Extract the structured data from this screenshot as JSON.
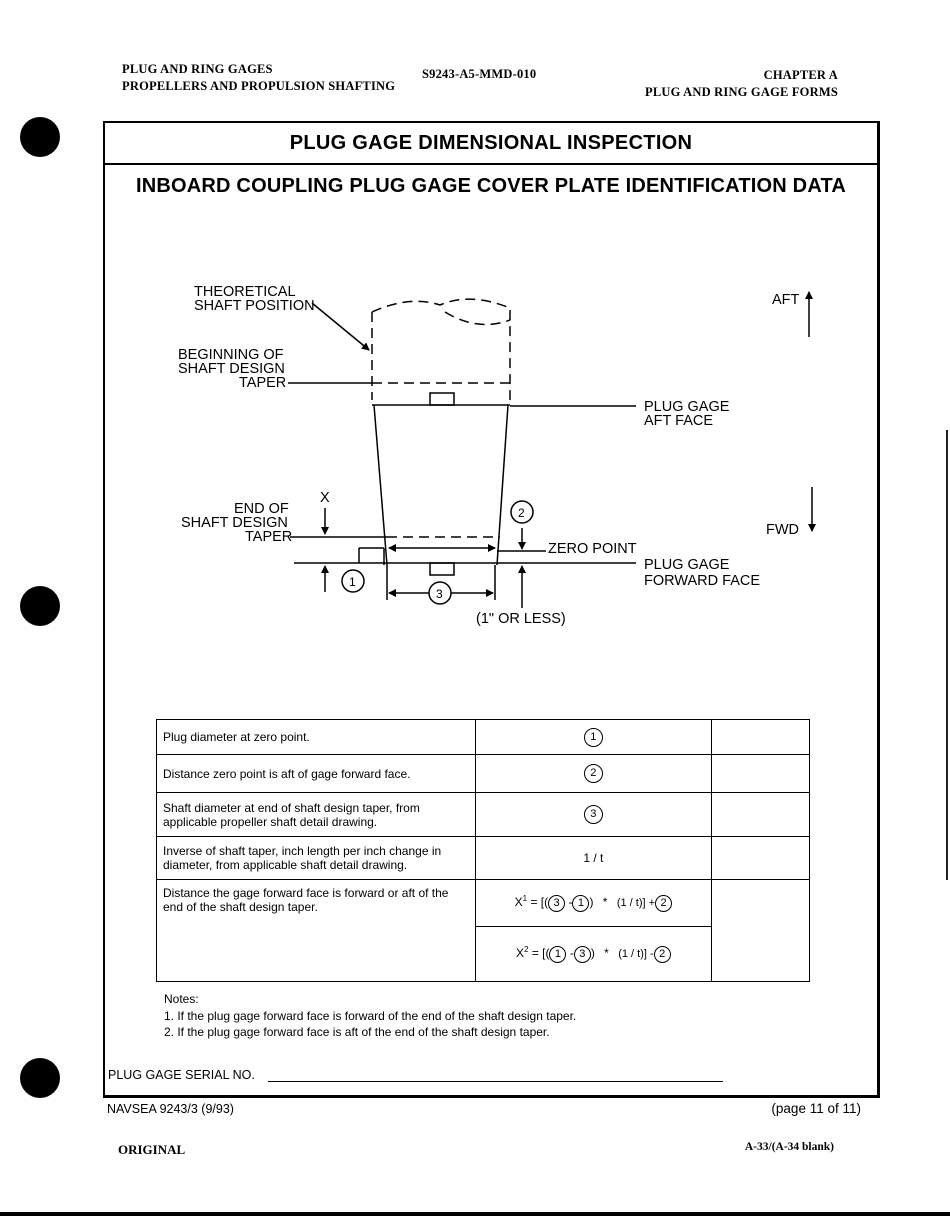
{
  "header": {
    "left_line1": "PLUG AND RING GAGES",
    "left_line2": "PROPELLERS AND PROPULSION SHAFTING",
    "center": "S9243-A5-MMD-010",
    "right_line1": "CHAPTER A",
    "right_line2": "PLUG AND RING GAGE FORMS"
  },
  "form": {
    "title": "PLUG GAGE DIMENSIONAL INSPECTION",
    "subtitle": "INBOARD COUPLING PLUG GAGE COVER PLATE IDENTIFICATION DATA"
  },
  "diagram": {
    "theoretical_line1": "THEORETICAL",
    "theoretical_line2": "SHAFT POSITION",
    "beginning_line1": "BEGINNING OF",
    "beginning_line2": "SHAFT DESIGN",
    "beginning_line3": "TAPER",
    "aft_face_line1": "PLUG GAGE",
    "aft_face_line2": "AFT FACE",
    "end_line1": "END OF",
    "end_line2": "SHAFT DESIGN",
    "end_line3": "TAPER",
    "x_label": "X",
    "zero_point": "ZERO POINT",
    "fwd_face_line1": "PLUG GAGE",
    "fwd_face_line2": "FORWARD FACE",
    "one_inch": "(1\" OR LESS)",
    "aft": "AFT",
    "fwd": "FWD",
    "marker1": "1",
    "marker2": "2",
    "marker3": "3"
  },
  "table": {
    "row1_label": "Plug diameter at zero point.",
    "row1_symbol": "1",
    "row2_label": "Distance zero point is aft of gage forward face.",
    "row2_symbol": "2",
    "row3_label": "Shaft diameter at end of shaft design taper, from applicable propeller shaft detail drawing.",
    "row3_symbol": "3",
    "row4_label": "Inverse of shaft taper, inch length per inch change in diameter, from applicable shaft detail drawing.",
    "row4_symbol": "1 / t",
    "row5_label": "Distance the gage forward face is forward or aft of the end of the shaft design taper.",
    "f1_x": "X",
    "f1_sup": "1",
    "f1_eq": "= [(",
    "f1_a": "3",
    "f1_minus": "-",
    "f1_b": "1",
    "f1_close": ")",
    "f1_times": "*",
    "f1_inv": "(1 / t)] +",
    "f1_c": "2",
    "f2_x": "X",
    "f2_sup": "2",
    "f2_eq": "= [(",
    "f2_a": "1",
    "f2_minus": "-",
    "f2_b": "3",
    "f2_close": ")",
    "f2_times": "*",
    "f2_inv": "(1 / t)] -",
    "f2_c": "2"
  },
  "notes": {
    "heading": "Notes:",
    "note1": "1.  If the plug gage forward face is forward of the end of the shaft design taper.",
    "note2": "2.  If the plug gage forward face is aft of the end of the shaft design taper."
  },
  "serial_label": "PLUG GAGE SERIAL NO.",
  "footer": {
    "form_number": "NAVSEA 9243/3 (9/93)",
    "page": "(page 11 of 11)",
    "original": "ORIGINAL",
    "page_ref": "A-33/(A-34 blank)"
  }
}
